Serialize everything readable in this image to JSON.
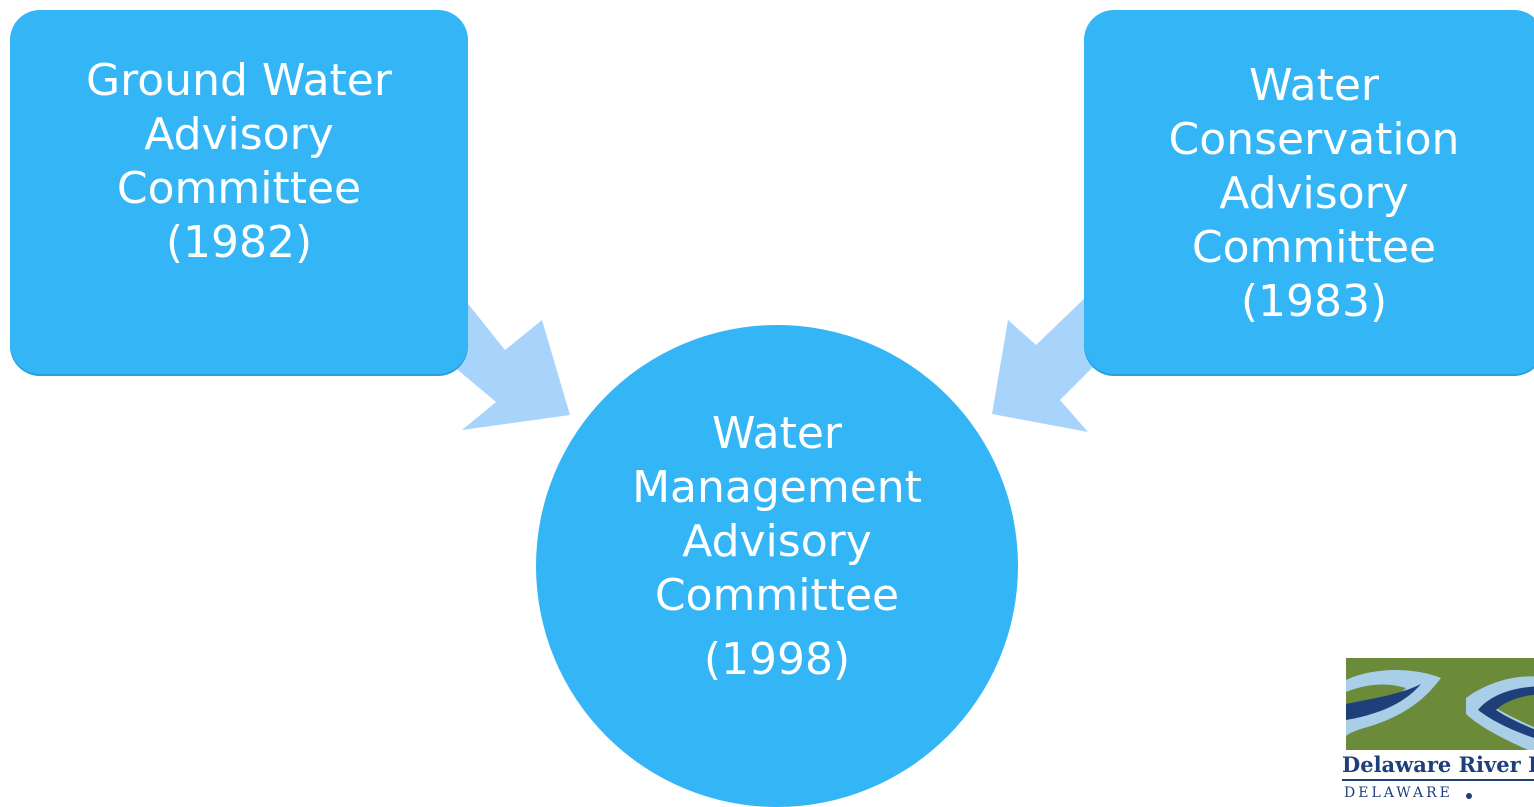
{
  "diagram": {
    "left_box": {
      "lines": [
        "Ground Water",
        "Advisory",
        "Committee",
        "(1982)"
      ]
    },
    "right_box": {
      "lines": [
        "Water",
        "Conservation",
        "Advisory",
        "Committee",
        "(1983)"
      ]
    },
    "center_circle": {
      "lines": [
        "Water",
        "Management",
        "Advisory",
        "Committee"
      ],
      "year": "(1998)"
    }
  },
  "logo": {
    "title": "Delaware River B",
    "subtitle": "DELAWARE",
    "colors": {
      "green": "#6b8a3a",
      "water": "#a9cfe8",
      "navy": "#1e3f7a"
    }
  },
  "colors": {
    "node_fill": "#33b5f6",
    "arrow_fill": "#a8d4fb",
    "text": "#ffffff"
  }
}
